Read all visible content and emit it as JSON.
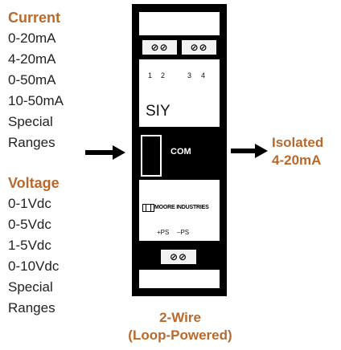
{
  "inputs": {
    "current": {
      "heading": "Current",
      "items": [
        "0-20mA",
        "4-20mA",
        "0-50mA",
        "10-50mA",
        "Special",
        "Ranges"
      ]
    },
    "voltage": {
      "heading": "Voltage",
      "items": [
        "0-1Vdc",
        "0-5Vdc",
        "1-5Vdc",
        "0-10Vdc",
        "Special",
        "Ranges"
      ]
    }
  },
  "device": {
    "top_terminal_numbers": [
      "1",
      "2",
      "3",
      "4"
    ],
    "model": "SIY",
    "com_label": "COM",
    "brand": "MOORE INDUSTRIES",
    "bottom_terminal_labels": [
      "+PS",
      "–PS"
    ],
    "screw_symbol": "⊘⊘"
  },
  "output": {
    "line1": "Isolated",
    "line2": "4-20mA"
  },
  "caption": {
    "line1": "2-Wire",
    "line2": "(Loop-Powered)"
  },
  "colors": {
    "accent": "#b8692b",
    "text": "#222222",
    "device": "#000000"
  }
}
